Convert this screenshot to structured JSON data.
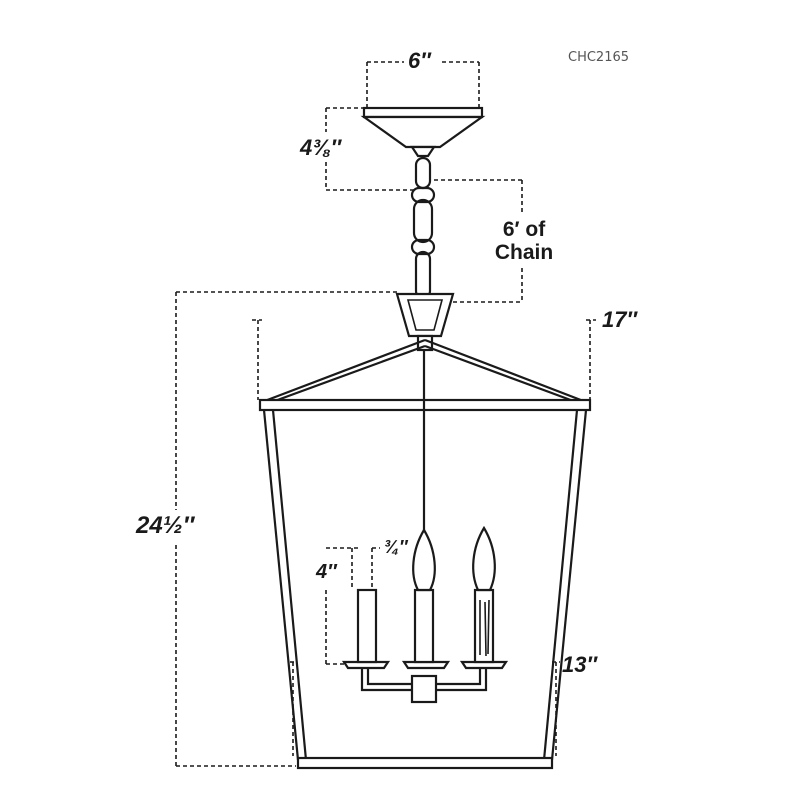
{
  "model_number": "CHC2165",
  "dimensions": {
    "canopy_width": "6″",
    "canopy_height": "4⅜″",
    "chain_length_line1": "6′ of",
    "chain_length_line2": "Chain",
    "overall_width": "17″",
    "overall_height": "24½″",
    "candle_height": "4″",
    "candle_diameter": "¾″",
    "bottom_width": "13″"
  }
}
